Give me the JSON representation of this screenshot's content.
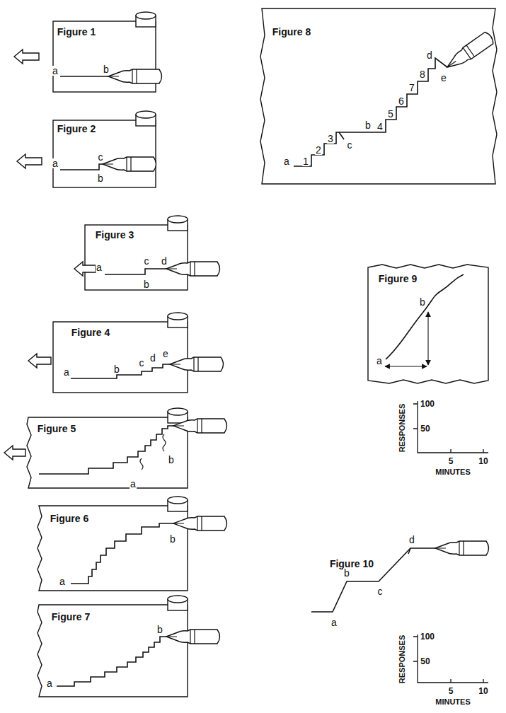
{
  "diagram": {
    "labels": [
      "Figure 1",
      "a",
      "b",
      "Figure 2",
      "a",
      "c",
      "b",
      "Figure 3",
      "a",
      "c",
      "d",
      "b",
      "Figure 4",
      "a",
      "b",
      "c",
      "d",
      "e",
      "Figure 5",
      "a",
      "b",
      "Figure 6",
      "a",
      "b",
      "Figure 7",
      "a",
      "b",
      "Figure 8",
      "a",
      "1",
      "2",
      "3",
      "c",
      "b",
      "4",
      "5",
      "6",
      "7",
      "8",
      "d",
      "e",
      "Figure 9",
      "a",
      "b",
      "RESPONSES",
      "100",
      "50",
      "5",
      "10",
      "MINUTES",
      "Figure 10",
      "a",
      "b",
      "c",
      "d",
      "RESPONSES",
      "100",
      "50",
      "5",
      "10",
      "MINUTES"
    ]
  }
}
